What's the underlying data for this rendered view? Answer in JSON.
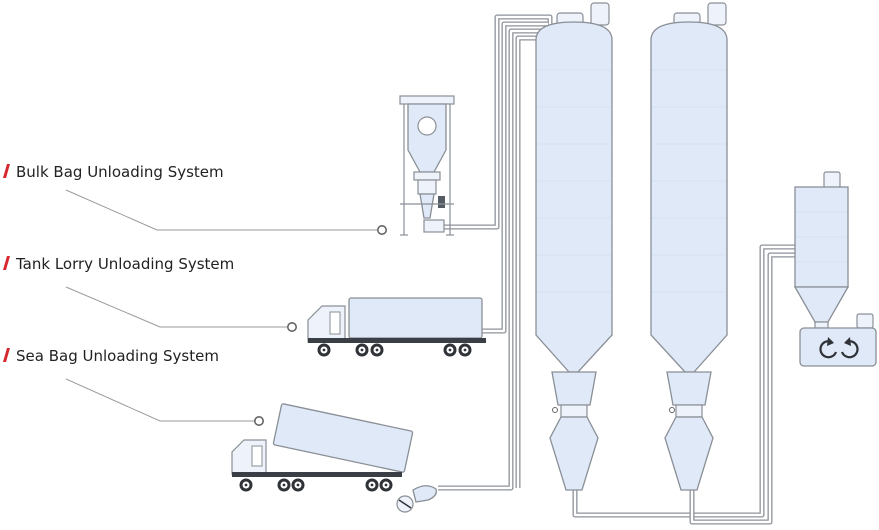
{
  "labels": {
    "bulk_bag": "Bulk Bag Unloading System",
    "tank_lorry": "Tank Lorry Unloading System",
    "sea_bag": "Sea Bag Unloading System"
  },
  "colors": {
    "accent": "#d7262e",
    "equipment_fill": "#dfe9f8",
    "outline": "#8a8f96",
    "leader_line": "#9a9a9a",
    "wheel": "#2f3338"
  },
  "icons": [
    "rotate-ccw-icon",
    "rotate-cw-icon"
  ]
}
